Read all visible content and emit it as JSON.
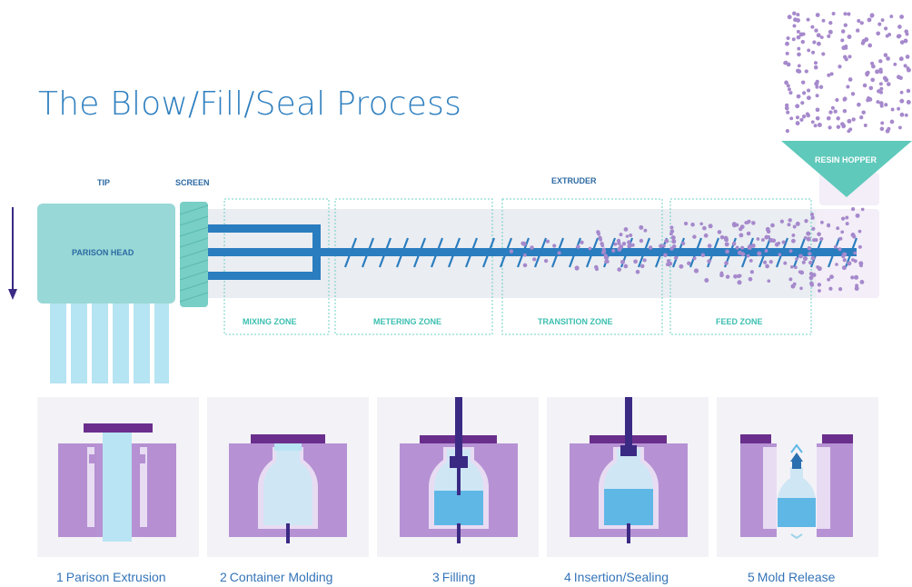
{
  "title": "The Blow/Fill/Seal Process",
  "labels": {
    "tip": "TIP",
    "screen": "SCREEN",
    "extruder": "EXTRUDER",
    "resin_hopper": "RESIN HOPPER",
    "parison_head": "PARISON HEAD"
  },
  "zones": [
    {
      "label": "MIXING ZONE"
    },
    {
      "label": "METERING ZONE"
    },
    {
      "label": "TRANSITION ZONE"
    },
    {
      "label": "FEED ZONE"
    }
  ],
  "steps": [
    {
      "num": "1",
      "label": "Parison Extrusion"
    },
    {
      "num": "2",
      "label": "Container Molding"
    },
    {
      "num": "3",
      "label": "Filling"
    },
    {
      "num": "4",
      "label": "Insertion/Sealing"
    },
    {
      "num": "5",
      "label": "Mold Release"
    }
  ],
  "colors": {
    "title": "#2e7fbf",
    "head": "#98d8d6",
    "screw": "#2a7dbf",
    "zone_border": "#6fd0c4",
    "resin": "#a689cc",
    "mold": "#b692d4",
    "mold_top": "#6a2f8c",
    "nozzle": "#3a2a84",
    "parison": "#b9e4f3",
    "liquid": "#5fb7e6"
  }
}
